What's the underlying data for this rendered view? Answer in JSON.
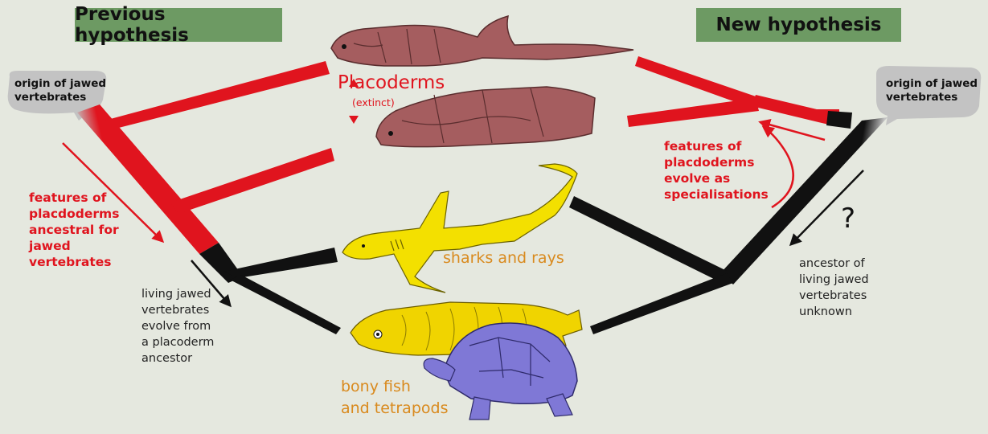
{
  "left_panel": {
    "title": "Previous hypothesis",
    "origin_label": [
      "origin of jawed",
      "vertebrates"
    ],
    "features_note": [
      "features of",
      "placdoderms",
      "ancestral for",
      "jawed",
      "vertebrates"
    ],
    "living_note": [
      "living jawed",
      "vertebrates",
      "evolve from",
      "a placoderm",
      "ancestor"
    ]
  },
  "right_panel": {
    "title": "New hypothesis",
    "origin_label": [
      "origin of jawed",
      "vertebrates"
    ],
    "features_note": [
      "features of",
      "placdoderms",
      "evolve as",
      "specialisations"
    ],
    "question_mark": "?",
    "ancestor_note": [
      "ancestor of",
      "living jawed",
      "vertebrates",
      "unknown"
    ]
  },
  "groups": {
    "placoderms": {
      "name": "Placoderms",
      "status": "(extinct)"
    },
    "sharks": "sharks and rays",
    "bony": [
      "bony fish",
      "and tetrapods"
    ]
  },
  "colors": {
    "red": "#e0141e",
    "black": "#111111",
    "orange": "#d98a1e",
    "title_box": "#6d9a63",
    "placoderm_fish": "#a55d5f",
    "shark": "#f3e000",
    "turtle": "#7f78d6",
    "cloud": "#c3c3c3"
  },
  "icons": [
    "placoderm-fish-icon",
    "shark-icon",
    "bony-fish-icon",
    "turtle-icon"
  ]
}
